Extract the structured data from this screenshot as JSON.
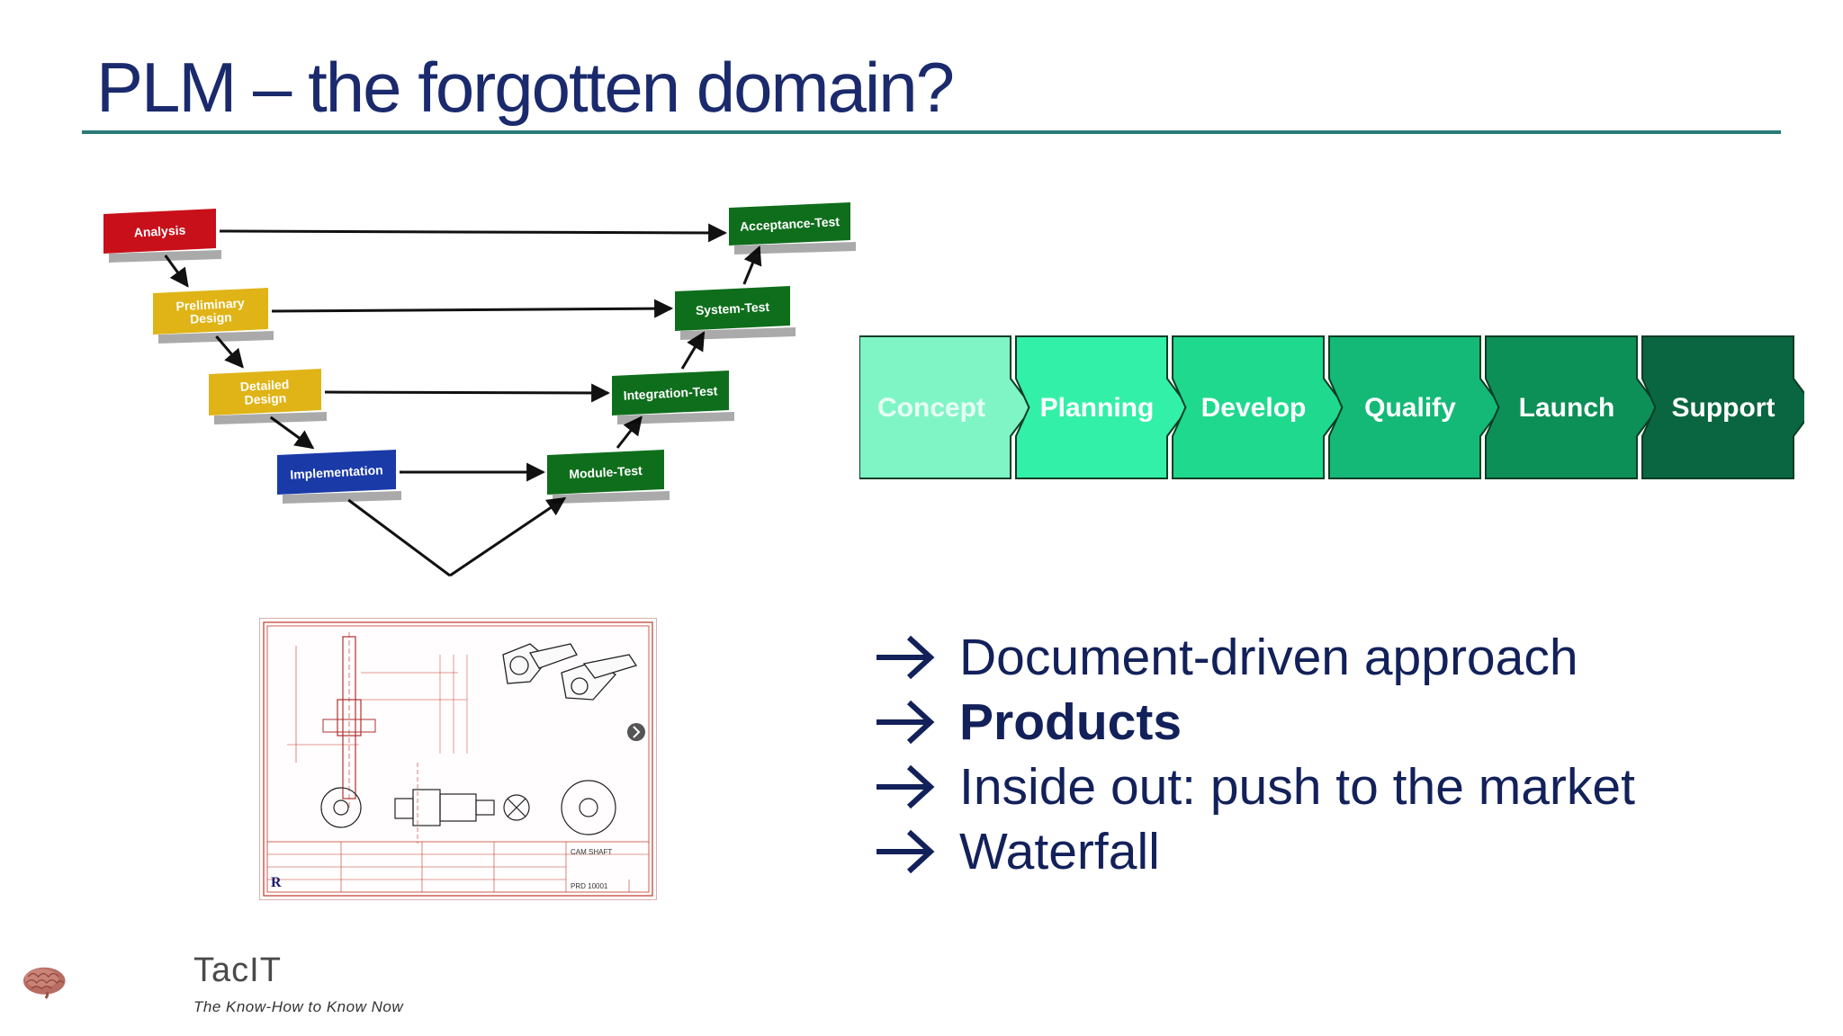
{
  "slide": {
    "title": "PLM – the forgotten domain?"
  },
  "vmodel": {
    "left_steps": [
      {
        "lines": [
          "Analysis"
        ],
        "color": "#c8101a"
      },
      {
        "lines": [
          "Preliminary",
          "Design"
        ],
        "color": "#e0b417"
      },
      {
        "lines": [
          "Detailed",
          "Design"
        ],
        "color": "#e0b417"
      },
      {
        "lines": [
          "Implementation"
        ],
        "color": "#1a3aa8"
      }
    ],
    "right_steps": [
      {
        "lines": [
          "Acceptance-Test"
        ],
        "color": "#0f6e1c"
      },
      {
        "lines": [
          "System-Test"
        ],
        "color": "#0f6e1c"
      },
      {
        "lines": [
          "Integration-Test"
        ],
        "color": "#0f6e1c"
      },
      {
        "lines": [
          "Module-Test"
        ],
        "color": "#0f6e1c"
      }
    ]
  },
  "lifecycle": {
    "stages": [
      {
        "label": "Concept",
        "fill": "#7ff5c6",
        "text_color": "#e8fff5"
      },
      {
        "label": "Planning",
        "fill": "#33f0a8",
        "text_color": "#ffffff"
      },
      {
        "label": "Develop",
        "fill": "#1fd98e",
        "text_color": "#ffffff"
      },
      {
        "label": "Qualify",
        "fill": "#14b977",
        "text_color": "#ffffff"
      },
      {
        "label": "Launch",
        "fill": "#0d8f58",
        "text_color": "#ffffff"
      },
      {
        "label": "Support",
        "fill": "#0a6640",
        "text_color": "#ffffff"
      }
    ]
  },
  "drawing": {
    "title_block_text": "CAM SHAFT",
    "part_number": "PRD   10001"
  },
  "bullets": [
    {
      "text": "Document-driven approach",
      "bold": false
    },
    {
      "text": "Products",
      "bold": true
    },
    {
      "text": "Inside out: push to the market",
      "bold": false
    },
    {
      "text": "Waterfall",
      "bold": false
    }
  ],
  "brand": {
    "name": "TacIT",
    "tagline": "The Know-How to Know Now"
  }
}
